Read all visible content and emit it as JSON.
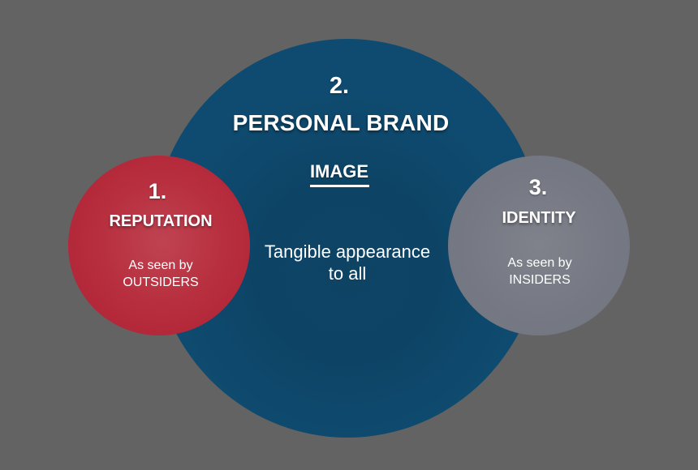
{
  "colors": {
    "background": "#636363",
    "personal_brand_circle": "#0f4a6f",
    "reputation_circle": "#b8303f",
    "identity_circle": "#767983",
    "text": "#ffffff"
  },
  "personal_brand": {
    "number": "2.",
    "title": "PERSONAL BRAND",
    "subtitle": "IMAGE",
    "description_line1": "Tangible appearance",
    "description_line2": "to all"
  },
  "reputation": {
    "number": "1.",
    "title": "REPUTATION",
    "description_line1": "As seen by",
    "description_line2": "OUTSIDERS"
  },
  "identity": {
    "number": "3.",
    "title": "IDENTITY",
    "description_line1": "As seen by",
    "description_line2": "INSIDERS"
  }
}
